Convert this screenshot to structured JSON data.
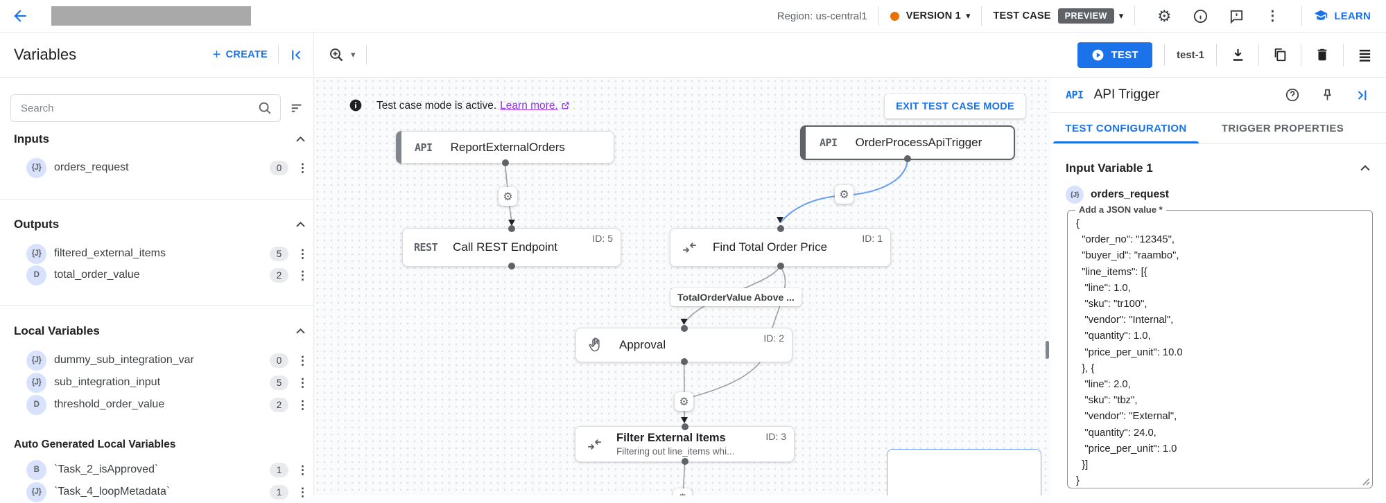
{
  "glyphs": {
    "gear": "⚙",
    "caret_down": "▾",
    "more_vert": "⋮",
    "plus": "+"
  },
  "colors": {
    "accent_blue": "#1a73e8",
    "version_dot_orange": "#e8710a",
    "preview_badge_gray": "#5f6368",
    "link_purple": "#9334e6",
    "edge_blue": "#669df6",
    "edge_gray": "#9aa0a6"
  },
  "topbar": {
    "region": "Region: us-central1",
    "version": "VERSION 1",
    "test_case": "TEST CASE",
    "preview": "PREVIEW",
    "learn": "LEARN"
  },
  "toolbar": {
    "title": "Variables",
    "create": "CREATE",
    "test_button": "TEST",
    "test_name": "test-1"
  },
  "sidebar": {
    "search_placeholder": "Search",
    "sections": [
      {
        "title": "Inputs",
        "items": [
          {
            "icon": "{J}",
            "name": "orders_request",
            "count": "0"
          }
        ]
      },
      {
        "title": "Outputs",
        "items": [
          {
            "icon": "{J}",
            "name": "filtered_external_items",
            "count": "5"
          },
          {
            "icon": "D",
            "name": "total_order_value",
            "count": "2"
          }
        ]
      },
      {
        "title": "Local Variables",
        "items": [
          {
            "icon": "{J}",
            "name": "dummy_sub_integration_var",
            "count": "0"
          },
          {
            "icon": "{J}",
            "name": "sub_integration_input",
            "count": "5"
          },
          {
            "icon": "D",
            "name": "threshold_order_value",
            "count": "2"
          }
        ]
      },
      {
        "title": "Auto Generated Local Variables",
        "items": [
          {
            "icon": "B",
            "name": "`Task_2_isApproved`",
            "count": "1"
          },
          {
            "icon": "{J}",
            "name": "`Task_4_loopMetadata`",
            "count": "1"
          }
        ]
      }
    ]
  },
  "canvas": {
    "banner": {
      "message": "Test case mode is active.",
      "link": "Learn more.",
      "exit_button": "EXIT TEST CASE MODE"
    },
    "edge_label": "TotalOrderValue Above ...",
    "nodes": {
      "report_trigger": {
        "badge": "API",
        "title": "ReportExternalOrders"
      },
      "order_trigger": {
        "badge": "API",
        "title": "OrderProcessApiTrigger"
      },
      "rest_task": {
        "badge": "REST",
        "title": "Call REST Endpoint",
        "id": "ID: 5"
      },
      "find_task": {
        "title": "Find Total Order Price",
        "id": "ID: 1"
      },
      "approval_task": {
        "title": "Approval",
        "id": "ID: 2"
      },
      "filter_task": {
        "title": "Filter External Items",
        "subtitle": "Filtering out line_items whi...",
        "id": "ID: 3"
      }
    }
  },
  "panel": {
    "badge": "API",
    "title": "API Trigger",
    "tabs": {
      "config": "TEST CONFIGURATION",
      "properties": "TRIGGER PROPERTIES"
    },
    "section_title": "Input Variable 1",
    "variable": {
      "icon": "{J}",
      "name": "orders_request"
    },
    "field_label": "Add a JSON value *",
    "json_value": "{\n  \"order_no\": \"12345\",\n  \"buyer_id\": \"raambo\",\n  \"line_items\": [{\n   \"line\": 1.0,\n   \"sku\": \"tr100\",\n   \"vendor\": \"Internal\",\n   \"quantity\": 1.0,\n   \"price_per_unit\": 10.0\n  }, {\n   \"line\": 2.0,\n   \"sku\": \"tbz\",\n   \"vendor\": \"External\",\n   \"quantity\": 24.0,\n   \"price_per_unit\": 1.0\n  }]\n}"
  }
}
